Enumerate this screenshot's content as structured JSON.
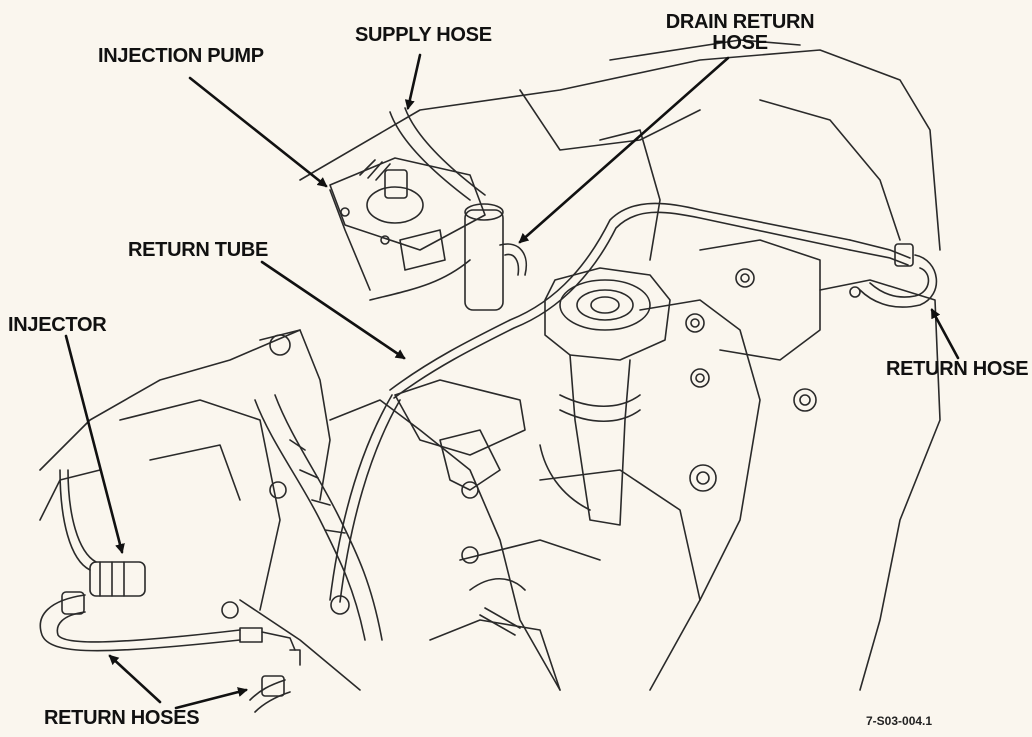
{
  "callouts": {
    "injection_pump": "INJECTION PUMP",
    "supply_hose": "SUPPLY HOSE",
    "drain_return_hose_line1": "DRAIN RETURN",
    "drain_return_hose_line2": "HOSE",
    "return_tube": "RETURN TUBE",
    "injector": "INJECTOR",
    "return_hose": "RETURN HOSE",
    "return_hoses": "RETURN HOSES"
  },
  "figure_id": "7-S03-004.1",
  "colors": {
    "background": "#faf6ee",
    "ink": "#111111"
  }
}
